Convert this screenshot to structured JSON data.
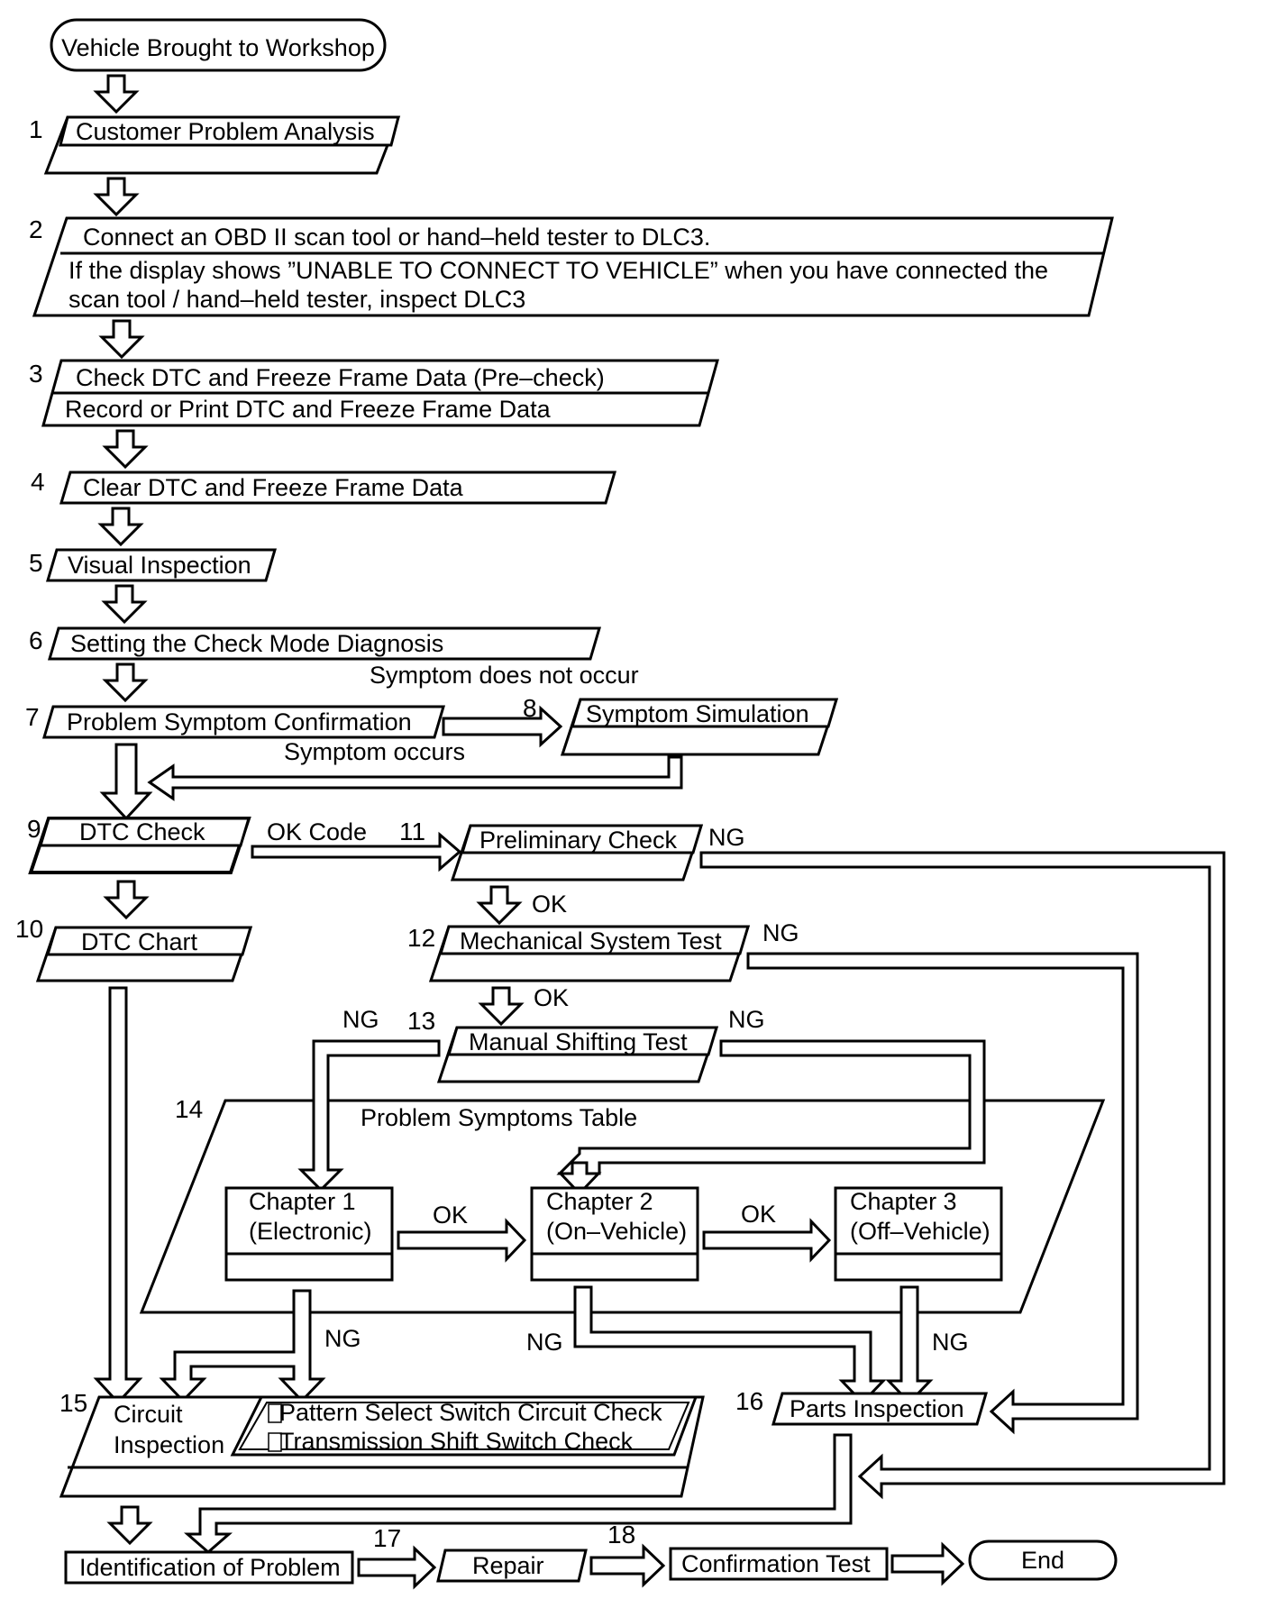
{
  "start": "Vehicle Brought to Workshop",
  "steps": {
    "s1": {
      "num": "1",
      "label": "Customer Problem Analysis"
    },
    "s2": {
      "num": "2",
      "line1": "Connect an OBD II scan tool or hand–held tester to DLC3.",
      "line2": "If the display shows ”UNABLE TO CONNECT TO VEHICLE” when you have connected the",
      "line3": "scan tool / hand–held tester, inspect DLC3"
    },
    "s3": {
      "num": "3",
      "line1": "Check DTC and Freeze Frame Data (Pre–check)",
      "line2": "Record or Print DTC and Freeze Frame Data"
    },
    "s4": {
      "num": "4",
      "label": "Clear DTC and Freeze Frame Data"
    },
    "s5": {
      "num": "5",
      "label": "Visual Inspection"
    },
    "s6": {
      "num": "6",
      "label": "Setting the Check Mode Diagnosis"
    },
    "s7": {
      "num": "7",
      "label": "Problem Symptom Confirmation"
    },
    "s8": {
      "num": "8",
      "label": "Symptom Simulation"
    },
    "s9": {
      "num": "9",
      "label": "DTC Check"
    },
    "s10": {
      "num": "10",
      "label": "DTC Chart"
    },
    "s11": {
      "num": "11",
      "label": "Preliminary Check"
    },
    "s12": {
      "num": "12",
      "label": "Mechanical System Test"
    },
    "s13": {
      "num": "13",
      "label": "Manual Shifting Test"
    },
    "s14": {
      "num": "14",
      "label": "Problem Symptoms Table"
    },
    "s15": {
      "num": "15",
      "line1": "Circuit",
      "line2": "Inspection",
      "item1": "Pattern Select Switch Circuit Check",
      "item2": "Transmission Shift Switch Check"
    },
    "s16": {
      "num": "16",
      "label": "Parts Inspection"
    },
    "s17": {
      "num": "17"
    },
    "s18": {
      "num": "18"
    }
  },
  "chapters": {
    "c1": {
      "line1": "Chapter 1",
      "line2": "(Electronic)"
    },
    "c2": {
      "line1": "Chapter 2",
      "line2": "(On–Vehicle)"
    },
    "c3": {
      "line1": "Chapter 3",
      "line2": "(Off–Vehicle)"
    }
  },
  "labels": {
    "symptom_not_occur": "Symptom does not occur",
    "symptom_occurs": "Symptom occurs",
    "ok_code": "OK Code",
    "ok": "OK",
    "ng": "NG"
  },
  "bottom": {
    "identification": "Identification of Problem",
    "repair": "Repair",
    "confirmation": "Confirmation Test",
    "end": "End"
  }
}
